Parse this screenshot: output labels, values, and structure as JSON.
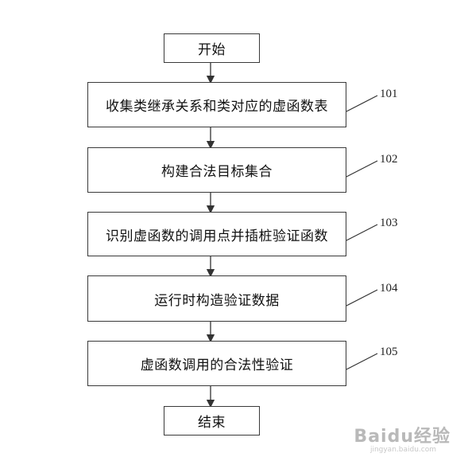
{
  "start_label": "开始",
  "end_label": "结束",
  "steps": [
    {
      "ref": "101",
      "text": "收集类继承关系和类对应的虚函数表"
    },
    {
      "ref": "102",
      "text": "构建合法目标集合"
    },
    {
      "ref": "103",
      "text": "识别虚函数的调用点并插桩验证函数"
    },
    {
      "ref": "104",
      "text": "运行时构造验证数据"
    },
    {
      "ref": "105",
      "text": "虚函数调用的合法性验证"
    }
  ],
  "watermark": "Baidu经验",
  "watermark_sub": "jingyan.baidu.com"
}
